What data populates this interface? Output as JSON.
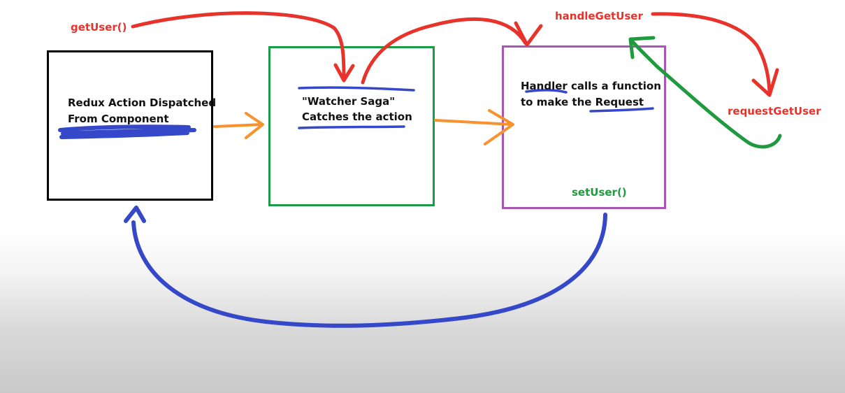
{
  "boxes": {
    "action": {
      "line1": "Redux Action Dispatched",
      "line2": "From Component"
    },
    "watcher": {
      "line1": "\"Watcher Saga\"",
      "line2": "Catches the action"
    },
    "handler": {
      "line1": "Handler calls a function",
      "line2": "to make the Request"
    }
  },
  "labels": {
    "get_user": "getUser()",
    "handle_get_user": "handleGetUser",
    "request_get_user": "requestGetUser",
    "set_user": "setUser()"
  },
  "colors": {
    "action_border": "#000000",
    "watcher_border": "#1a9b46",
    "handler_border": "#a855b5",
    "red_arrow": "#e8332b",
    "orange_arrow": "#f7922f",
    "blue_marker": "#3548c9",
    "green_arrow": "#1f9a3f"
  }
}
